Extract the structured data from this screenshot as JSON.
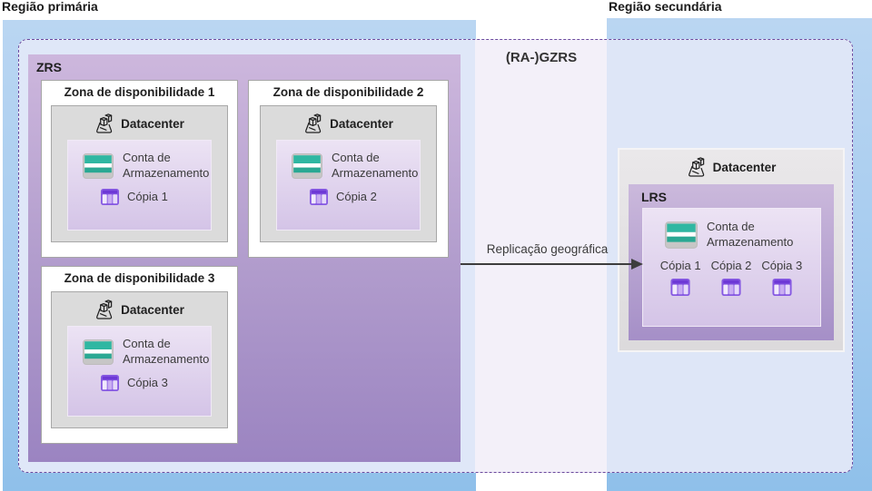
{
  "header": {
    "primary_region": "Região primária",
    "secondary_region": "Região secundária"
  },
  "middle": {
    "redundancy_label": "(RA-)GZRS",
    "arrow_label": "Replicação geográfica"
  },
  "primary": {
    "group_label": "ZRS",
    "zones": [
      {
        "title": "Zona de disponibilidade 1",
        "datacenter": "Datacenter",
        "storage": "Conta de Armazenamento",
        "copy": "Cópia 1"
      },
      {
        "title": "Zona de disponibilidade 2",
        "datacenter": "Datacenter",
        "storage": "Conta de Armazenamento",
        "copy": "Cópia 2"
      },
      {
        "title": "Zona de disponibilidade 3",
        "datacenter": "Datacenter",
        "storage": "Conta de Armazenamento",
        "copy": "Cópia 3"
      }
    ]
  },
  "secondary": {
    "datacenter": "Datacenter",
    "group_label": "LRS",
    "storage": "Conta de Armazenamento",
    "copies": [
      "Cópia 1",
      "Cópia 2",
      "Cópia 3"
    ]
  },
  "icons": {
    "datacenter": "datacenter-icon",
    "storage_account": "storage-account-icon",
    "copy_table": "table-copy-icon"
  },
  "colors": {
    "region_blue_top": "#bad6f2",
    "region_blue_bottom": "#8fc0ea",
    "dashed_border": "#6b4a9e",
    "inside_left_fill": "#dfe7f8",
    "inside_right_fill": "#dee6f7",
    "middle_strip_fill": "#f3f0f9",
    "zrs_gradient_top": "#cdb7dd",
    "zrs_gradient_bottom": "#9b84c1",
    "panel_gradient_top": "#ece3f4",
    "panel_gradient_bottom": "#d4c4e7",
    "datacenter_gray": "#dbdbdb",
    "storage_teal": "#2fb7a2",
    "table_purple": "#8659e2",
    "arrow": "#3d3d3d"
  }
}
